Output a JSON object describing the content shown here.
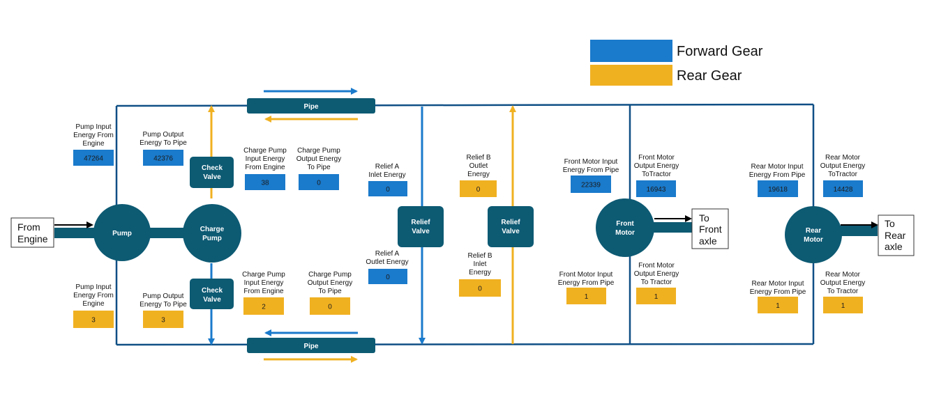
{
  "colors": {
    "forward": "#1a7acb",
    "rear": "#f0b121",
    "node": "#0d5a73",
    "line": "#0f4f85"
  },
  "legend": {
    "forward_label": "Forward Gear",
    "rear_label": "Rear Gear"
  },
  "nodes": {
    "pump": "Pump",
    "charge_pump": [
      "Charge",
      "Pump"
    ],
    "check_valve_top": [
      "Check",
      "Valve"
    ],
    "check_valve_bottom": [
      "Check",
      "Valve"
    ],
    "pipe_top": "Pipe",
    "pipe_bottom": "Pipe",
    "relief_valve_a": [
      "Relief",
      "Valve"
    ],
    "relief_valve_b": [
      "Relief",
      "Valve"
    ],
    "front_motor": [
      "Front",
      "Motor"
    ],
    "rear_motor": [
      "Rear",
      "Motor"
    ]
  },
  "io": {
    "from_engine": [
      "From",
      "Engine"
    ],
    "to_front_axle": [
      "To",
      "Front",
      "axle"
    ],
    "to_rear_axle": [
      "To",
      "Rear",
      "axle"
    ]
  },
  "metrics": {
    "pump_in_fwd": {
      "caption": [
        "Pump Input",
        "Energy From",
        "Engine"
      ],
      "value": "47264"
    },
    "pump_out_fwd": {
      "caption": [
        "Pump Output",
        "Energy To Pipe"
      ],
      "value": "42376"
    },
    "charge_in_fwd": {
      "caption": [
        "Charge Pump",
        "Input Energy",
        "From Engine"
      ],
      "value": "38"
    },
    "charge_out_fwd": {
      "caption": [
        "Charge Pump",
        "Output Energy",
        "To Pipe"
      ],
      "value": "0"
    },
    "relief_a_in": {
      "caption": [
        "Relief A",
        "Inlet Energy"
      ],
      "value": "0"
    },
    "relief_b_out": {
      "caption": [
        "Relief B",
        "Outlet",
        "Energy"
      ],
      "value": "0"
    },
    "front_in_fwd": {
      "caption": [
        "Front Motor Input",
        "Energy From Pipe"
      ],
      "value": "22339"
    },
    "front_out_fwd": {
      "caption": [
        "Front Motor",
        "Output Energy",
        "ToTractor"
      ],
      "value": "16943"
    },
    "rear_in_fwd": {
      "caption": [
        "Rear Motor Input",
        "Energy From Pipe"
      ],
      "value": "19618"
    },
    "rear_out_fwd": {
      "caption": [
        "Rear Motor",
        "Output Energy",
        "ToTractor"
      ],
      "value": "14428"
    },
    "pump_in_rear": {
      "caption": [
        "Pump Input",
        "Energy From",
        "Engine"
      ],
      "value": "3"
    },
    "pump_out_rear": {
      "caption": [
        "Pump Output",
        "Energy To Pipe"
      ],
      "value": "3"
    },
    "charge_in_rear": {
      "caption": [
        "Charge Pump",
        "Input Energy",
        "From Engine"
      ],
      "value": "2"
    },
    "charge_out_rear": {
      "caption": [
        "Charge Pump",
        "Output Energy",
        "To Pipe"
      ],
      "value": "0"
    },
    "relief_a_out": {
      "caption": [
        "Relief A",
        "Outlet Energy"
      ],
      "value": "0"
    },
    "relief_b_in": {
      "caption": [
        "Relief B",
        "Inlet",
        "Energy"
      ],
      "value": "0"
    },
    "front_in_rear": {
      "caption": [
        "Front Motor Input",
        "Energy From Pipe"
      ],
      "value": "1"
    },
    "front_out_rear": {
      "caption": [
        "Front Motor",
        "Output Energy",
        "To Tractor"
      ],
      "value": "1"
    },
    "rear_in_rear": {
      "caption": [
        "Rear Motor Input",
        "Energy From Pipe"
      ],
      "value": "1"
    },
    "rear_out_rear": {
      "caption": [
        "Rear Motor",
        "Output Energy",
        "To Tractor"
      ],
      "value": "1"
    }
  }
}
